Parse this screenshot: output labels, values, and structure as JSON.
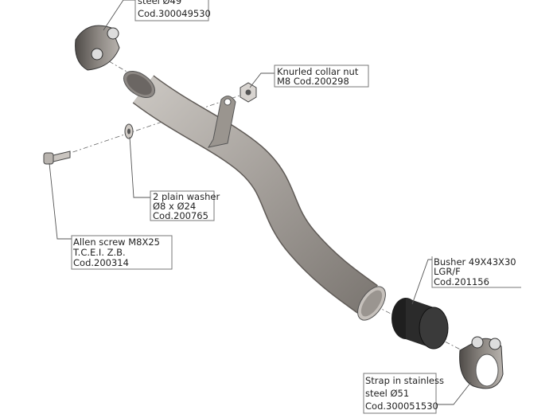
{
  "labels": {
    "clamp_top": {
      "line1": "steel Ø49",
      "line2": "Cod.300049530"
    },
    "collar_nut": {
      "line1": "Knurled collar nut",
      "line2": "M8 Cod.200298"
    },
    "washer": {
      "line1": "2 plain washer",
      "line2": "Ø8 x  Ø24",
      "line3": "Cod.200765"
    },
    "allen_screw": {
      "line1": "Allen screw M8X25",
      "line2": "T.C.E.I. Z.B.",
      "line3": "Cod.200314"
    },
    "busher": {
      "line1": "Busher 49X43X30",
      "line2": "LGR/F",
      "line3": "Cod.201156"
    },
    "clamp_bottom": {
      "line1": "Strap in stainless",
      "line2": "steel Ø51",
      "line3": "Cod.300051530"
    }
  },
  "colors": {
    "pipe": "#a8a39e",
    "busher": "#2a2a2a",
    "clamp": "#6f6a66"
  }
}
